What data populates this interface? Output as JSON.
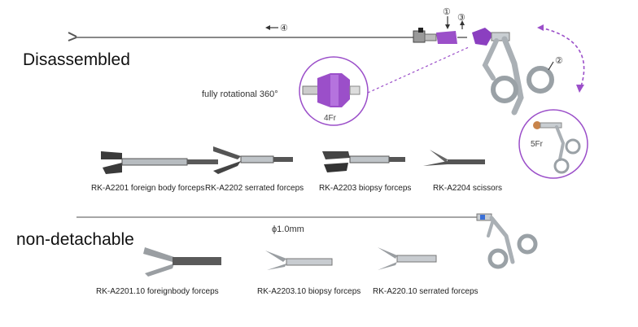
{
  "sections": {
    "disassembled": "Disassembled",
    "non_detachable": "non-detachable"
  },
  "callouts": {
    "rotation": "fully rotational 360°",
    "four_fr": "4Fr",
    "five_fr": "5Fr",
    "diameter": "ϕ1.0mm"
  },
  "markers": {
    "m1": "①",
    "m2": "②",
    "m3": "③",
    "m4": "④"
  },
  "row1": [
    {
      "label": "RK-A2201 foreign body forceps"
    },
    {
      "label": "RK-A2202 serrated forceps"
    },
    {
      "label": "RK-A2203 biopsy forceps"
    },
    {
      "label": "RK-A2204 scissors"
    }
  ],
  "row2": [
    {
      "label": "RK-A2201.10 foreignbody forceps"
    },
    {
      "label": "RK-A2203.10 biopsy forceps"
    },
    {
      "label": "RK-A220.10 serrated forceps"
    }
  ],
  "colors": {
    "purple": "#9b4fc9",
    "purple_dark": "#6d2c99",
    "steel": "#8c9399",
    "copper": "#c8844a"
  }
}
